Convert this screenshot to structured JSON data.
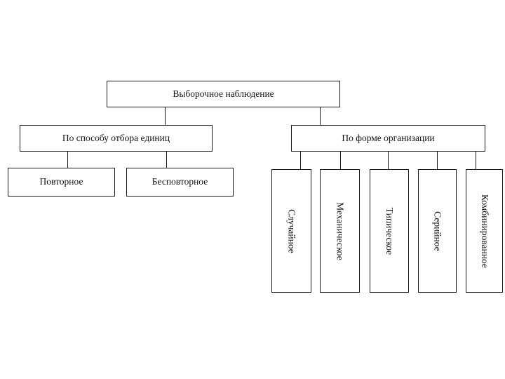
{
  "diagram": {
    "root": {
      "label": "Выборочное наблюдение"
    },
    "branches": [
      {
        "label": "По способу отбора единиц",
        "children": [
          {
            "label": "Повторное"
          },
          {
            "label": "Бесповторное"
          }
        ]
      },
      {
        "label": "По форме организации",
        "children": [
          {
            "label": "Случайное"
          },
          {
            "label": "Механическое"
          },
          {
            "label": "Типическое"
          },
          {
            "label": "Серийное"
          },
          {
            "label": "Комбинированное"
          }
        ]
      }
    ],
    "colors": {
      "line": "#1b1b1b",
      "background": "#ffffff"
    }
  }
}
